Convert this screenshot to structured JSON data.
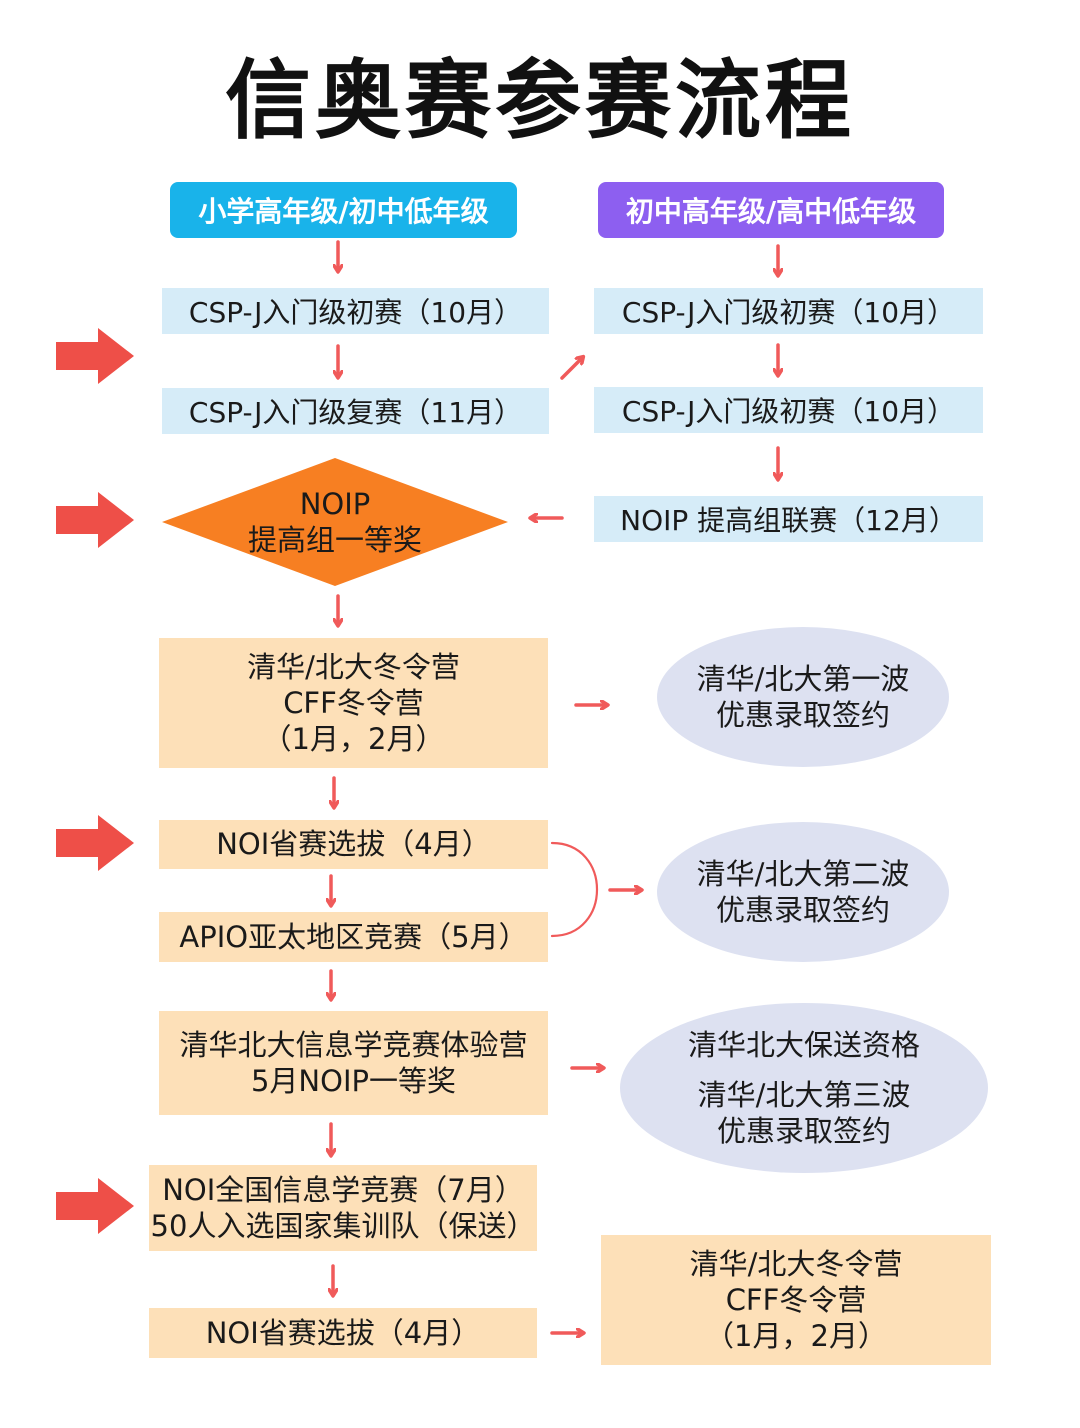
{
  "title": "信奥赛参赛流程",
  "tracks": {
    "left_label": "小学高年级/初中低年级",
    "right_label": "初中高年级/高中低年级"
  },
  "left": {
    "step1": "CSP-J入门级初赛（10月）",
    "step2": "CSP-J入门级复赛（11月）",
    "diamond_line1": "NOIP",
    "diamond_line2": "提高组一等奖"
  },
  "right": {
    "step1": "CSP-J入门级初赛（10月）",
    "step2": "CSP-J入门级初赛（10月）",
    "step3": "NOIP 提高组联赛（12月）"
  },
  "winter_camp": {
    "line1": "清华/北大冬令营",
    "line2": "CFF冬令营",
    "line3": "（1月，2月）"
  },
  "offer1": {
    "line1": "清华/北大第一波",
    "line2": "优惠录取签约"
  },
  "noi_province": "NOI省赛选拔（4月）",
  "apio": "APIO亚太地区竞赛（5月）",
  "offer2": {
    "line1": "清华/北大第二波",
    "line2": "优惠录取签约"
  },
  "experience_camp": {
    "line1": "清华北大信息学竞赛体验营",
    "line2": "5月NOIP一等奖"
  },
  "offer3": {
    "line1": "清华北大保送资格",
    "line2": "清华/北大第三波",
    "line3": "优惠录取签约"
  },
  "noi_national": {
    "line1": "NOI全国信息学竞赛（7月）",
    "line2": "50人入选国家集训队（保送）"
  },
  "noi_province_2": "NOI省赛选拔（4月）",
  "winter_camp_2": {
    "line1": "清华/北大冬令营",
    "line2": "CFF冬令营",
    "line3": "（1月，2月）"
  },
  "colors": {
    "arrow_red": "#f05a5a",
    "big_arrow_red": "#ee4f48",
    "light_blue_box": "#d6ecf8",
    "orange_box": "#fde0b8",
    "diamond_orange": "#f77f22",
    "ellipse_lavender": "#dde1f1",
    "pill_blue": "#19b3ea",
    "pill_purple": "#8d5ff0"
  }
}
